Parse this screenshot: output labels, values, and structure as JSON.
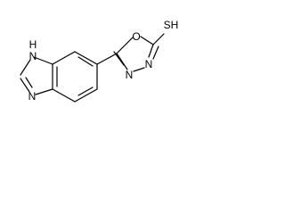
{
  "molecule": {
    "atoms": {
      "nh": "H",
      "n1": "N",
      "n3": "N",
      "o1": "O",
      "sh": "SH",
      "n_ring2": "N",
      "n_ring3": "N"
    },
    "colors": {
      "bond": "#000000",
      "text": "#000000",
      "background": "#ffffff"
    }
  }
}
